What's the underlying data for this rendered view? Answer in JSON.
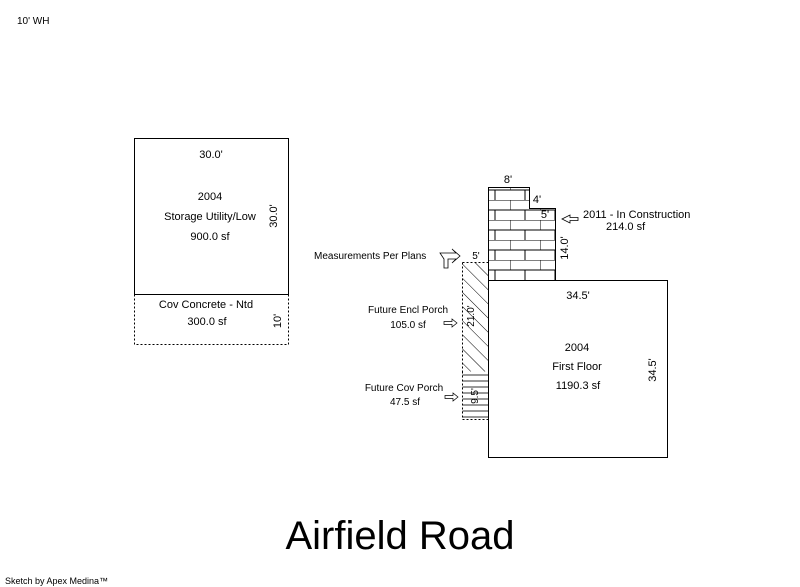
{
  "header": {
    "note": "10' WH"
  },
  "storage": {
    "width_label": "30.0'",
    "height_label": "30.0'",
    "year": "2004",
    "name": "Storage Utility/Low",
    "area": "900.0 sf"
  },
  "cov_concrete": {
    "name": "Cov Concrete - Ntd",
    "area": "300.0 sf",
    "height_label": "10'"
  },
  "construction": {
    "top_label": "8'",
    "step_label": "4'",
    "inner_label": "5'",
    "height_label": "14.0'",
    "name": "2011 - In Construction",
    "area": "214.0 sf"
  },
  "measurements_note": {
    "text": "Measurements Per Plans",
    "width_label": "5'"
  },
  "first_floor": {
    "width_label": "34.5'",
    "height_label": "34.5'",
    "year": "2004",
    "name": "First Floor",
    "area": "1190.3 sf"
  },
  "encl_porch": {
    "name": "Future Encl Porch",
    "area": "105.0 sf",
    "height_label": "21.0'"
  },
  "cov_porch": {
    "name": "Future Cov Porch",
    "area": "47.5 sf",
    "height_label": "9.5'"
  },
  "title": "Airfield Road",
  "footer": "Sketch by Apex Medina™"
}
